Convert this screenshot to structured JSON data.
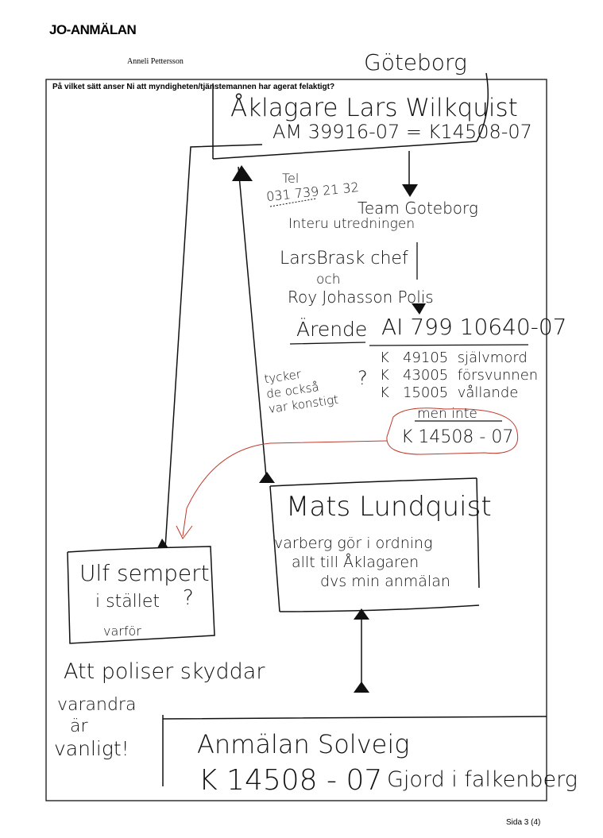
{
  "header": {
    "title": "JO-ANMÄLAN",
    "author": "Anneli Pettersson",
    "question": "På vilket sätt anser Ni att myndigheten/tjänstemannen har agerat felaktigt?"
  },
  "handwriting": {
    "city": "Göteborg",
    "prosecutor": "Åklagare Lars Wilkquist",
    "case_ref": "AM 39916-07 = K14508-07",
    "tel_label": "Tel",
    "tel": "031 739 21 32",
    "team": "Team Goteborg",
    "unit": "Interu utredningen",
    "chief": "LarsBrask chef",
    "and": "och",
    "police": "Roy Johasson Polis",
    "arende_label": "Ärende",
    "arende_number": "AI 799 10640-07",
    "cases": [
      {
        "prefix": "K",
        "number": "49105",
        "text": "självmord"
      },
      {
        "prefix": "K",
        "number": "43005",
        "text": "försvunnen"
      },
      {
        "prefix": "K",
        "number": "15005",
        "text": "vållande"
      }
    ],
    "comment_lines": [
      "tycker",
      "de också",
      "var konstigt"
    ],
    "question_mark": "?",
    "but_not": "men inte",
    "but_not_case": "K 14508 - 07",
    "mats_name": "Mats Lundquist",
    "mats_lines": [
      "varberg gör i ordning",
      "allt till Åklagaren",
      "dvs min anmälan"
    ],
    "ulf_name": "Ulf sempert",
    "ulf_line": "i stället",
    "ulf_why": "varför",
    "ulf_q": "?",
    "police_note": [
      "Att poliser skyddar",
      "varandra",
      "är",
      "vanligt!"
    ],
    "report_title": "Anmälan Solveig",
    "report_case": "K 14508 - 07",
    "report_place": "Gjord i falkenberg"
  },
  "footer": {
    "page": "Sida 3 (4)"
  },
  "colors": {
    "ink": "#111111",
    "red_ink": "#c0392b"
  }
}
